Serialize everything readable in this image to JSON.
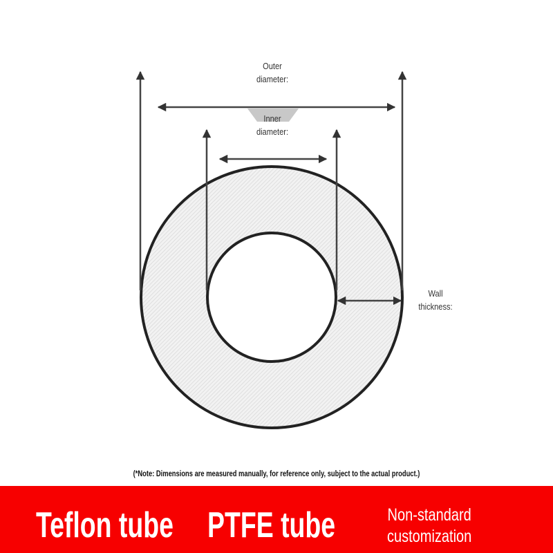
{
  "labels": {
    "outer": [
      "Outer",
      "diameter:"
    ],
    "inner": [
      "Inner",
      "diameter:"
    ],
    "wall": [
      "Wall",
      "thickness:"
    ]
  },
  "note": "(*Note: Dimensions are measured manually, for reference only, subject to the actual product.)",
  "banner": {
    "title1": "Teflon tube",
    "title2": "PTFE tube",
    "side": [
      "Non-standard",
      "customization"
    ],
    "color": "#f70000"
  }
}
